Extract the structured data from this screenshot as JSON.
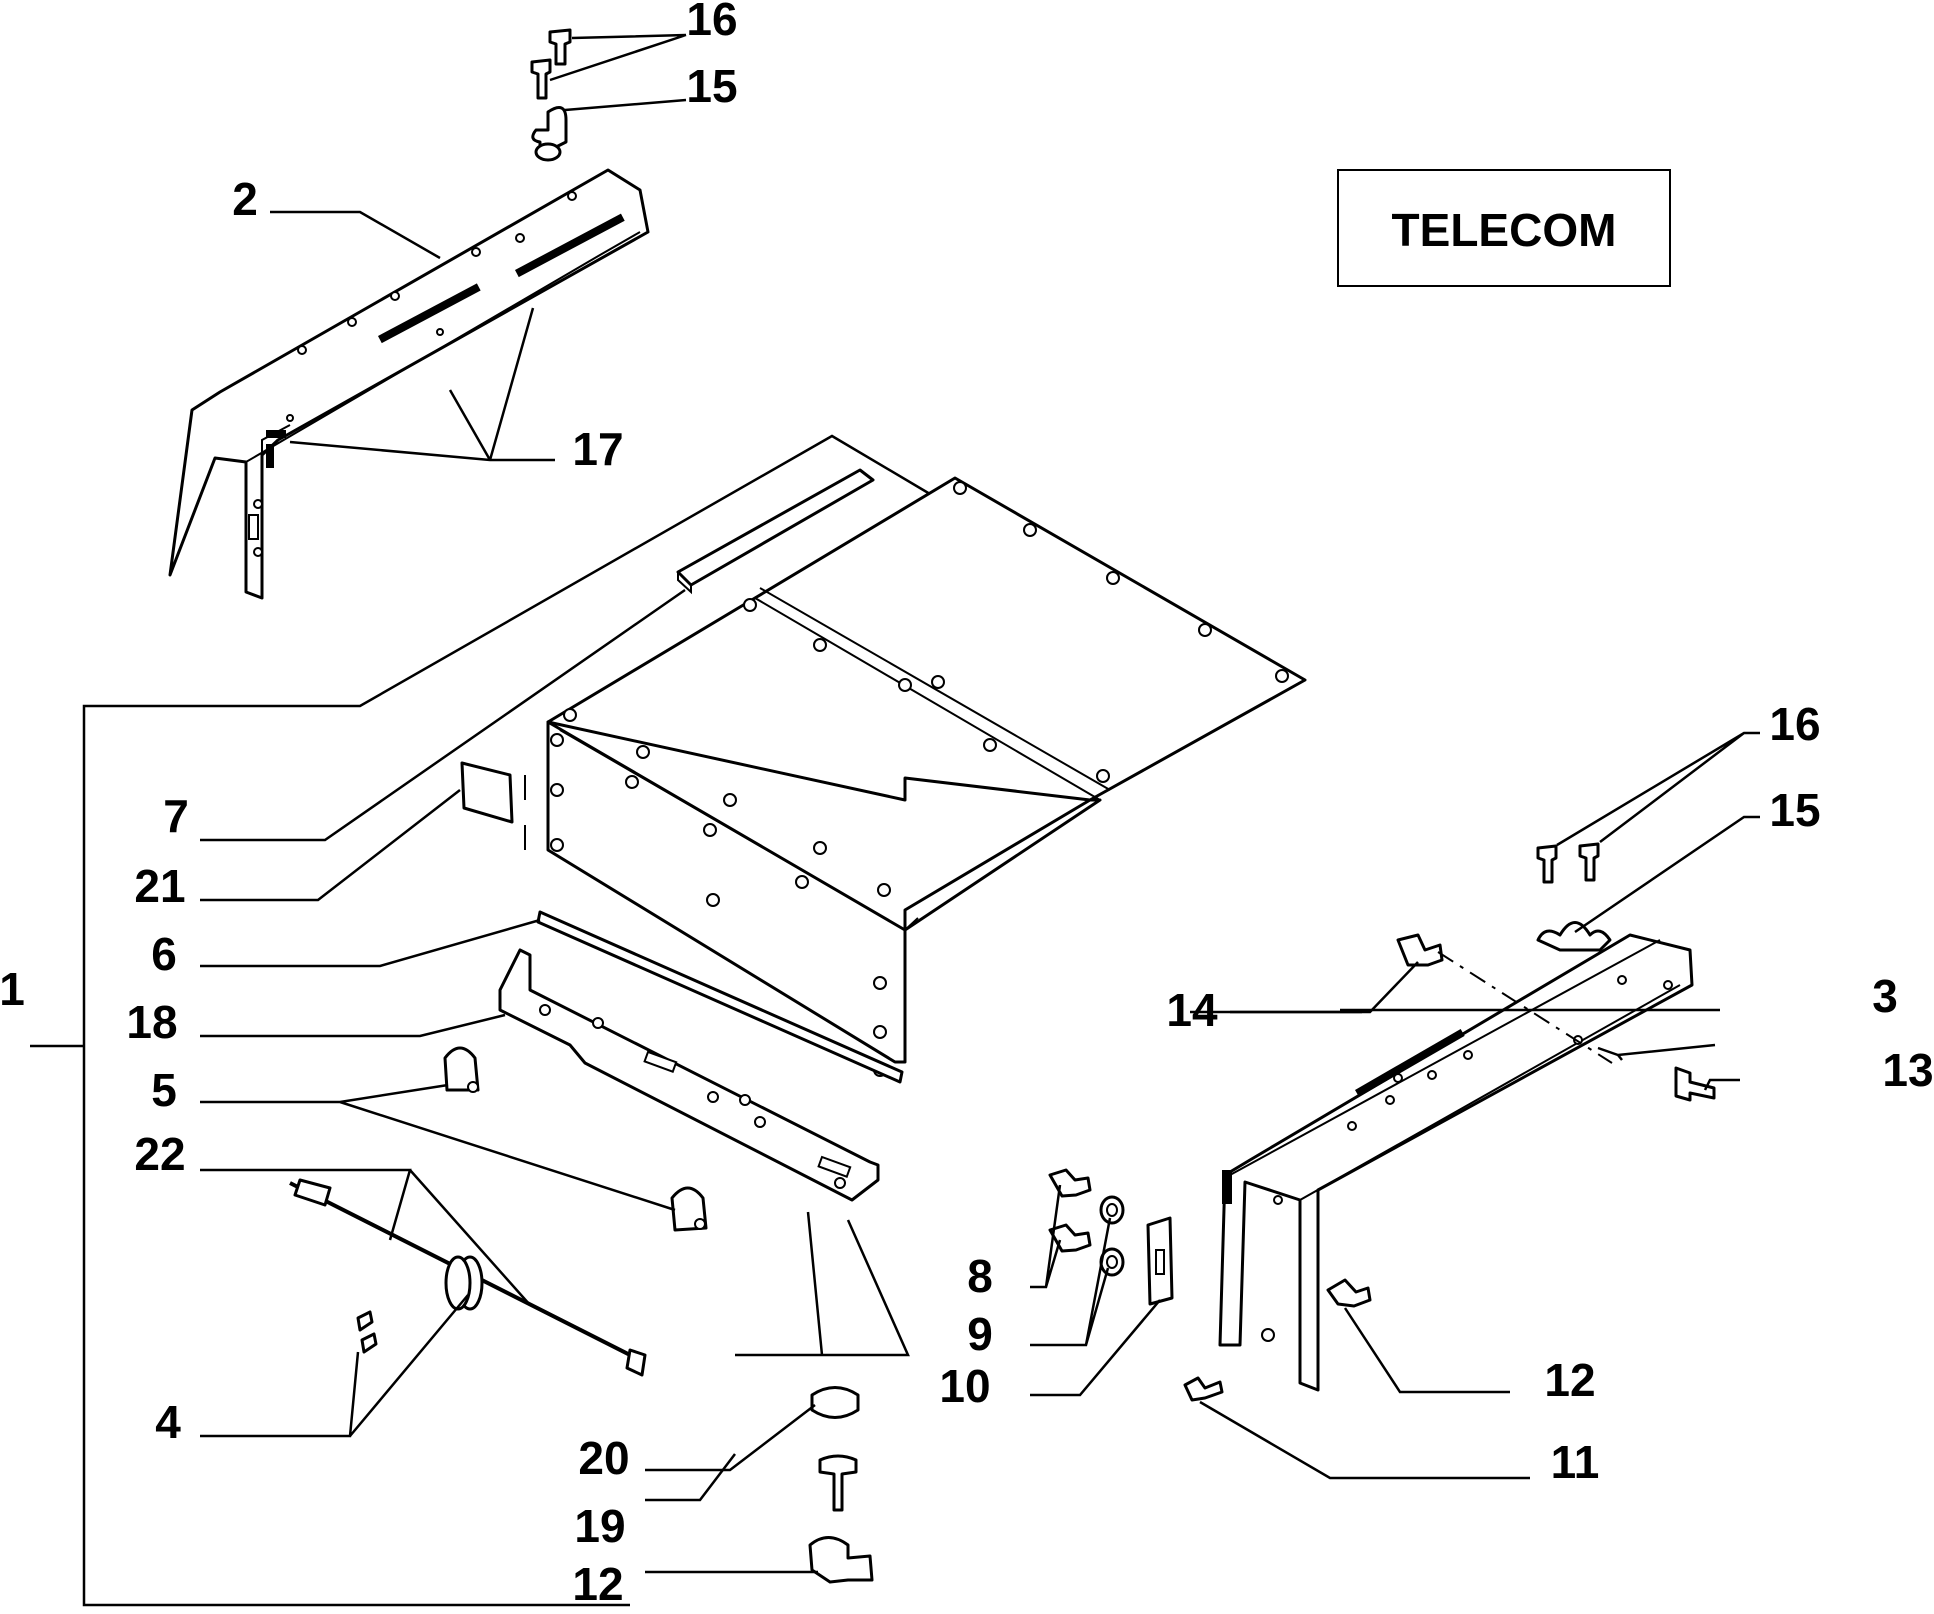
{
  "title_box": {
    "text": "TELECOM"
  },
  "callouts": {
    "c1": "1",
    "c2": "2",
    "c3": "3",
    "c4": "4",
    "c5": "5",
    "c6": "6",
    "c7": "7",
    "c8": "8",
    "c9": "9",
    "c10": "10",
    "c11": "11",
    "c12a": "12",
    "c12b": "12",
    "c13": "13",
    "c14": "14",
    "c15a": "15",
    "c15b": "15",
    "c16a": "16",
    "c16b": "16",
    "c17": "17",
    "c18": "18",
    "c19": "19",
    "c20": "20",
    "c21": "21",
    "c22": "22"
  }
}
